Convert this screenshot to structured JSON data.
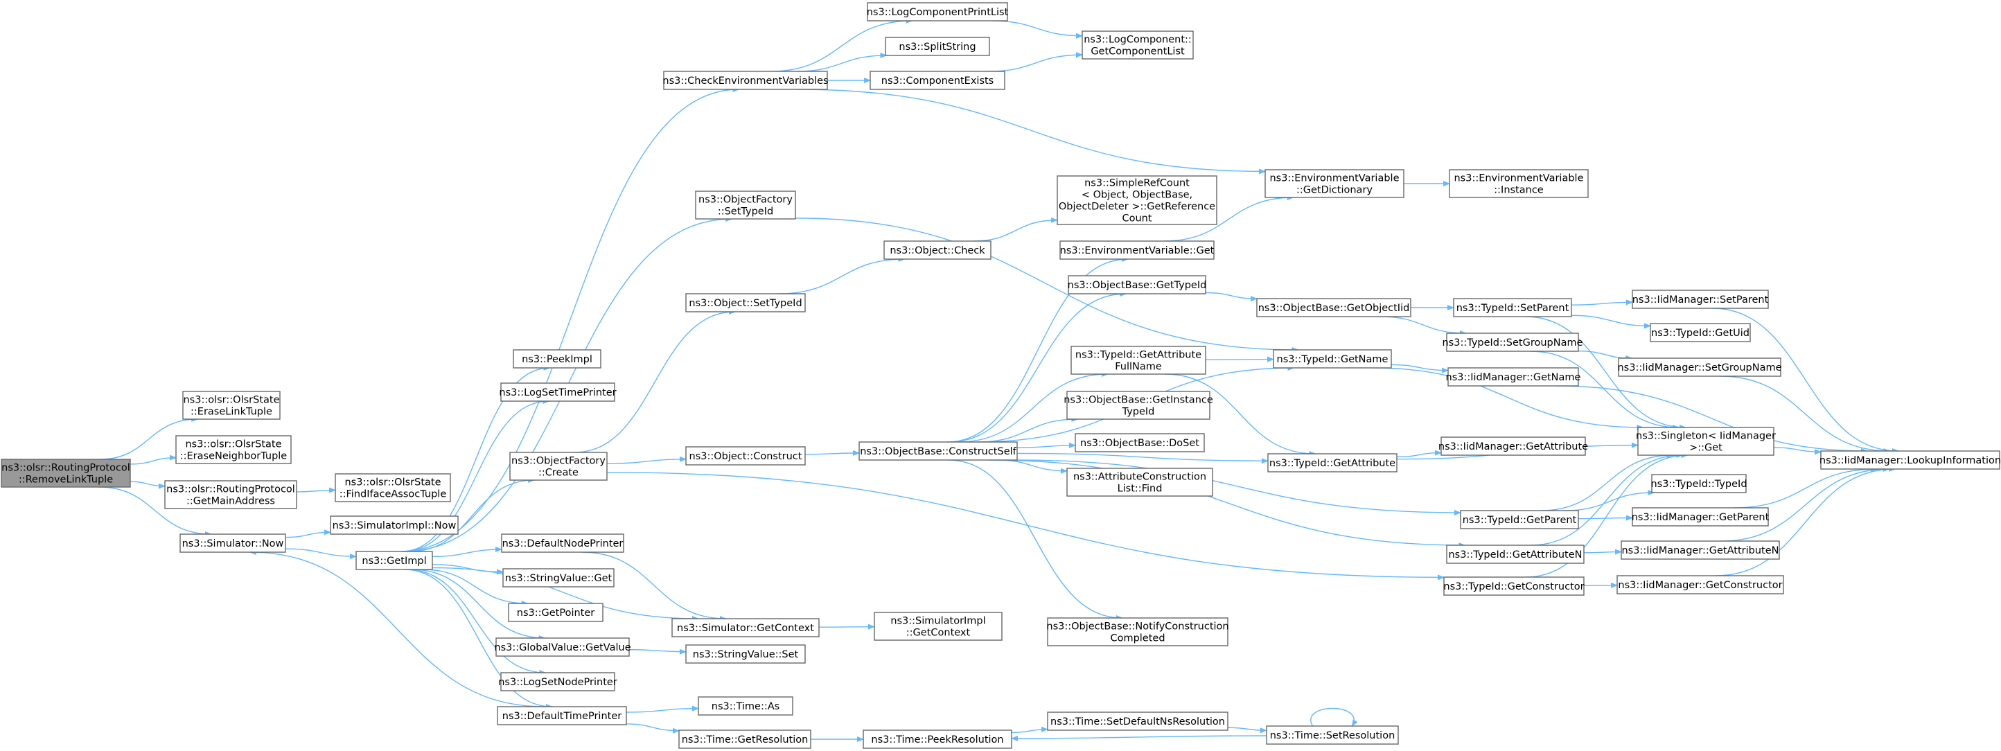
{
  "colors": {
    "edge": "#63b8ff",
    "node_border": "#666666",
    "root_fill": "#999999",
    "node_fill": "#ffffff"
  },
  "nodes": [
    {
      "id": "root",
      "lines": [
        "ns3::olsr::RoutingProtocol",
        "::RemoveLinkTuple"
      ],
      "root": true
    },
    {
      "id": "eraseLink",
      "lines": [
        "ns3::olsr::OlsrState",
        "::EraseLinkTuple"
      ]
    },
    {
      "id": "eraseNeigh",
      "lines": [
        "ns3::olsr::OlsrState",
        "::EraseNeighborTuple"
      ]
    },
    {
      "id": "getMain",
      "lines": [
        "ns3::olsr::RoutingProtocol",
        "::GetMainAddress"
      ]
    },
    {
      "id": "findIface",
      "lines": [
        "ns3::olsr::OlsrState",
        "::FindIfaceAssocTuple"
      ]
    },
    {
      "id": "simNow",
      "lines": [
        "ns3::Simulator::Now"
      ]
    },
    {
      "id": "simImplNow",
      "lines": [
        "ns3::SimulatorImpl::Now"
      ]
    },
    {
      "id": "getImpl",
      "lines": [
        "ns3::GetImpl"
      ]
    },
    {
      "id": "peekImpl",
      "lines": [
        "ns3::PeekImpl"
      ]
    },
    {
      "id": "logSetTime",
      "lines": [
        "ns3::LogSetTimePrinter"
      ]
    },
    {
      "id": "ofCreate",
      "lines": [
        "ns3::ObjectFactory",
        "::Create"
      ]
    },
    {
      "id": "defNodePrinter",
      "lines": [
        "ns3::DefaultNodePrinter"
      ]
    },
    {
      "id": "strValGet",
      "lines": [
        "ns3::StringValue::Get"
      ]
    },
    {
      "id": "getPointer",
      "lines": [
        "ns3::GetPointer"
      ]
    },
    {
      "id": "gvGetValue",
      "lines": [
        "ns3::GlobalValue::GetValue"
      ]
    },
    {
      "id": "logSetNode",
      "lines": [
        "ns3::LogSetNodePrinter"
      ]
    },
    {
      "id": "defTimePrinter",
      "lines": [
        "ns3::DefaultTimePrinter"
      ]
    },
    {
      "id": "checkEnv",
      "lines": [
        "ns3::CheckEnvironmentVariables"
      ]
    },
    {
      "id": "ofSetTypeId",
      "lines": [
        "ns3::ObjectFactory",
        "::SetTypeId"
      ]
    },
    {
      "id": "objSetTypeId",
      "lines": [
        "ns3::Object::SetTypeId"
      ]
    },
    {
      "id": "objConstruct",
      "lines": [
        "ns3::Object::Construct"
      ]
    },
    {
      "id": "simGetContext",
      "lines": [
        "ns3::Simulator::GetContext"
      ]
    },
    {
      "id": "strValSet",
      "lines": [
        "ns3::StringValue::Set"
      ]
    },
    {
      "id": "timeAs",
      "lines": [
        "ns3::Time::As"
      ]
    },
    {
      "id": "timeGetRes",
      "lines": [
        "ns3::Time::GetResolution"
      ]
    },
    {
      "id": "logCompPrint",
      "lines": [
        "ns3::LogComponentPrintList"
      ]
    },
    {
      "id": "splitString",
      "lines": [
        "ns3::SplitString"
      ]
    },
    {
      "id": "compExists",
      "lines": [
        "ns3::ComponentExists"
      ]
    },
    {
      "id": "objCheck",
      "lines": [
        "ns3::Object::Check"
      ]
    },
    {
      "id": "obConstructSelf",
      "lines": [
        "ns3::ObjectBase::ConstructSelf"
      ]
    },
    {
      "id": "simImplGetCtx",
      "lines": [
        "ns3::SimulatorImpl",
        "::GetContext"
      ]
    },
    {
      "id": "timePeekRes",
      "lines": [
        "ns3::Time::PeekResolution"
      ]
    },
    {
      "id": "logCompGetList",
      "lines": [
        "ns3::LogComponent::",
        "GetComponentList"
      ]
    },
    {
      "id": "simpleRefCount",
      "lines": [
        "ns3::SimpleRefCount",
        "< Object, ObjectBase,",
        "ObjectDeleter >::GetReference",
        "Count"
      ]
    },
    {
      "id": "envVarGet",
      "lines": [
        "ns3::EnvironmentVariable::Get"
      ]
    },
    {
      "id": "obGetTypeId",
      "lines": [
        "ns3::ObjectBase::GetTypeId"
      ]
    },
    {
      "id": "tidGetAttrFull",
      "lines": [
        "ns3::TypeId::GetAttribute",
        "FullName"
      ]
    },
    {
      "id": "obGetInstTid",
      "lines": [
        "ns3::ObjectBase::GetInstance",
        "TypeId"
      ]
    },
    {
      "id": "obDoSet",
      "lines": [
        "ns3::ObjectBase::DoSet"
      ]
    },
    {
      "id": "attrConstrFind",
      "lines": [
        "ns3::AttributeConstruction",
        "List::Find"
      ]
    },
    {
      "id": "obNotify",
      "lines": [
        "ns3::ObjectBase::NotifyConstruction",
        "Completed"
      ]
    },
    {
      "id": "timeSetDefNs",
      "lines": [
        "ns3::Time::SetDefaultNsResolution"
      ]
    },
    {
      "id": "envVarGetDict",
      "lines": [
        "ns3::EnvironmentVariable",
        "::GetDictionary"
      ]
    },
    {
      "id": "envVarInstance",
      "lines": [
        "ns3::EnvironmentVariable",
        "::Instance"
      ]
    },
    {
      "id": "obGetObjectIid",
      "lines": [
        "ns3::ObjectBase::GetObjectIid"
      ]
    },
    {
      "id": "tidGetName",
      "lines": [
        "ns3::TypeId::GetName"
      ]
    },
    {
      "id": "tidGetAttribute",
      "lines": [
        "ns3::TypeId::GetAttribute"
      ]
    },
    {
      "id": "timeSetRes",
      "lines": [
        "ns3::Time::SetResolution"
      ]
    },
    {
      "id": "tidSetParent",
      "lines": [
        "ns3::TypeId::SetParent"
      ]
    },
    {
      "id": "tidSetGroupName",
      "lines": [
        "ns3::TypeId::SetGroupName"
      ]
    },
    {
      "id": "iidGetName",
      "lines": [
        "ns3::IidManager::GetName"
      ]
    },
    {
      "id": "iidGetAttribute",
      "lines": [
        "ns3::IidManager::GetAttribute"
      ]
    },
    {
      "id": "tidGetParent",
      "lines": [
        "ns3::TypeId::GetParent"
      ]
    },
    {
      "id": "tidGetAttributeN",
      "lines": [
        "ns3::TypeId::GetAttributeN"
      ]
    },
    {
      "id": "tidGetConstructor",
      "lines": [
        "ns3::TypeId::GetConstructor"
      ]
    },
    {
      "id": "iidSetParent",
      "lines": [
        "ns3::IidManager::SetParent"
      ]
    },
    {
      "id": "tidGetUid",
      "lines": [
        "ns3::TypeId::GetUid"
      ]
    },
    {
      "id": "iidSetGroupName",
      "lines": [
        "ns3::IidManager::SetGroupName"
      ]
    },
    {
      "id": "singletonGet",
      "lines": [
        "ns3::Singleton< IidManager",
        ">::Get"
      ]
    },
    {
      "id": "tidTypeId",
      "lines": [
        "ns3::TypeId::TypeId"
      ]
    },
    {
      "id": "iidGetParent",
      "lines": [
        "ns3::IidManager::GetParent"
      ]
    },
    {
      "id": "iidGetAttributeN",
      "lines": [
        "ns3::IidManager::GetAttributeN"
      ]
    },
    {
      "id": "iidGetConstructor",
      "lines": [
        "ns3::IidManager::GetConstructor"
      ]
    },
    {
      "id": "iidLookup",
      "lines": [
        "ns3::IidManager::LookupInformation"
      ]
    }
  ],
  "edges": [
    [
      "root",
      "eraseLink"
    ],
    [
      "root",
      "eraseNeigh"
    ],
    [
      "root",
      "getMain"
    ],
    [
      "root",
      "simNow"
    ],
    [
      "getMain",
      "findIface"
    ],
    [
      "simNow",
      "simImplNow"
    ],
    [
      "simNow",
      "getImpl"
    ],
    [
      "getImpl",
      "peekImpl"
    ],
    [
      "getImpl",
      "logSetTime"
    ],
    [
      "getImpl",
      "ofCreate"
    ],
    [
      "getImpl",
      "defNodePrinter"
    ],
    [
      "getImpl",
      "strValGet"
    ],
    [
      "getImpl",
      "getPointer"
    ],
    [
      "getImpl",
      "gvGetValue"
    ],
    [
      "getImpl",
      "logSetNode"
    ],
    [
      "getImpl",
      "defTimePrinter"
    ],
    [
      "getImpl",
      "checkEnv"
    ],
    [
      "getImpl",
      "ofSetTypeId"
    ],
    [
      "getImpl",
      "simGetContext"
    ],
    [
      "defTimePrinter",
      "simNow"
    ],
    [
      "defTimePrinter",
      "timeAs"
    ],
    [
      "defTimePrinter",
      "timeGetRes"
    ],
    [
      "defNodePrinter",
      "simGetContext"
    ],
    [
      "gvGetValue",
      "strValSet"
    ],
    [
      "ofCreate",
      "objSetTypeId"
    ],
    [
      "ofCreate",
      "objConstruct"
    ],
    [
      "ofCreate",
      "tidGetConstructor"
    ],
    [
      "ofSetTypeId",
      "tidGetName"
    ],
    [
      "objSetTypeId",
      "objCheck"
    ],
    [
      "objCheck",
      "simpleRefCount"
    ],
    [
      "objConstruct",
      "obConstructSelf"
    ],
    [
      "simGetContext",
      "simImplGetCtx"
    ],
    [
      "timeGetRes",
      "timePeekRes"
    ],
    [
      "timePeekRes",
      "timeSetDefNs"
    ],
    [
      "timeSetDefNs",
      "timeSetRes"
    ],
    [
      "timeSetRes",
      "timePeekRes"
    ],
    [
      "timeSetRes",
      "timeSetRes"
    ],
    [
      "checkEnv",
      "logCompPrint"
    ],
    [
      "checkEnv",
      "splitString"
    ],
    [
      "checkEnv",
      "compExists"
    ],
    [
      "checkEnv",
      "envVarGetDict"
    ],
    [
      "logCompPrint",
      "logCompGetList"
    ],
    [
      "compExists",
      "logCompGetList"
    ],
    [
      "obConstructSelf",
      "envVarGet"
    ],
    [
      "obConstructSelf",
      "obGetTypeId"
    ],
    [
      "obConstructSelf",
      "tidGetAttrFull"
    ],
    [
      "obConstructSelf",
      "obGetInstTid"
    ],
    [
      "obConstructSelf",
      "obDoSet"
    ],
    [
      "obConstructSelf",
      "attrConstrFind"
    ],
    [
      "obConstructSelf",
      "obNotify"
    ],
    [
      "obConstructSelf",
      "tidGetName"
    ],
    [
      "obConstructSelf",
      "tidGetAttribute"
    ],
    [
      "obConstructSelf",
      "tidGetParent"
    ],
    [
      "obConstructSelf",
      "tidGetAttributeN"
    ],
    [
      "envVarGet",
      "envVarGetDict"
    ],
    [
      "envVarGetDict",
      "envVarInstance"
    ],
    [
      "obGetTypeId",
      "obGetObjectIid"
    ],
    [
      "obGetObjectIid",
      "tidSetParent"
    ],
    [
      "obGetObjectIid",
      "tidSetGroupName"
    ],
    [
      "tidGetAttrFull",
      "tidGetName"
    ],
    [
      "tidGetAttrFull",
      "tidGetAttribute"
    ],
    [
      "tidGetName",
      "iidGetName"
    ],
    [
      "tidGetName",
      "singletonGet"
    ],
    [
      "tidGetAttribute",
      "iidGetAttribute"
    ],
    [
      "tidGetAttribute",
      "singletonGet"
    ],
    [
      "tidSetParent",
      "iidSetParent"
    ],
    [
      "tidSetParent",
      "tidGetUid"
    ],
    [
      "tidSetParent",
      "singletonGet"
    ],
    [
      "tidSetGroupName",
      "iidSetGroupName"
    ],
    [
      "tidSetGroupName",
      "singletonGet"
    ],
    [
      "tidGetParent",
      "tidTypeId"
    ],
    [
      "tidGetParent",
      "iidGetParent"
    ],
    [
      "tidGetParent",
      "singletonGet"
    ],
    [
      "tidGetAttributeN",
      "iidGetAttributeN"
    ],
    [
      "tidGetAttributeN",
      "singletonGet"
    ],
    [
      "tidGetConstructor",
      "iidGetConstructor"
    ],
    [
      "tidGetConstructor",
      "singletonGet"
    ],
    [
      "iidGetName",
      "iidLookup"
    ],
    [
      "iidSetParent",
      "iidLookup"
    ],
    [
      "iidSetGroupName",
      "iidLookup"
    ],
    [
      "iidGetParent",
      "iidLookup"
    ],
    [
      "iidGetAttributeN",
      "iidLookup"
    ],
    [
      "iidGetConstructor",
      "iidLookup"
    ],
    [
      "singletonGet",
      "iidLookup"
    ]
  ]
}
